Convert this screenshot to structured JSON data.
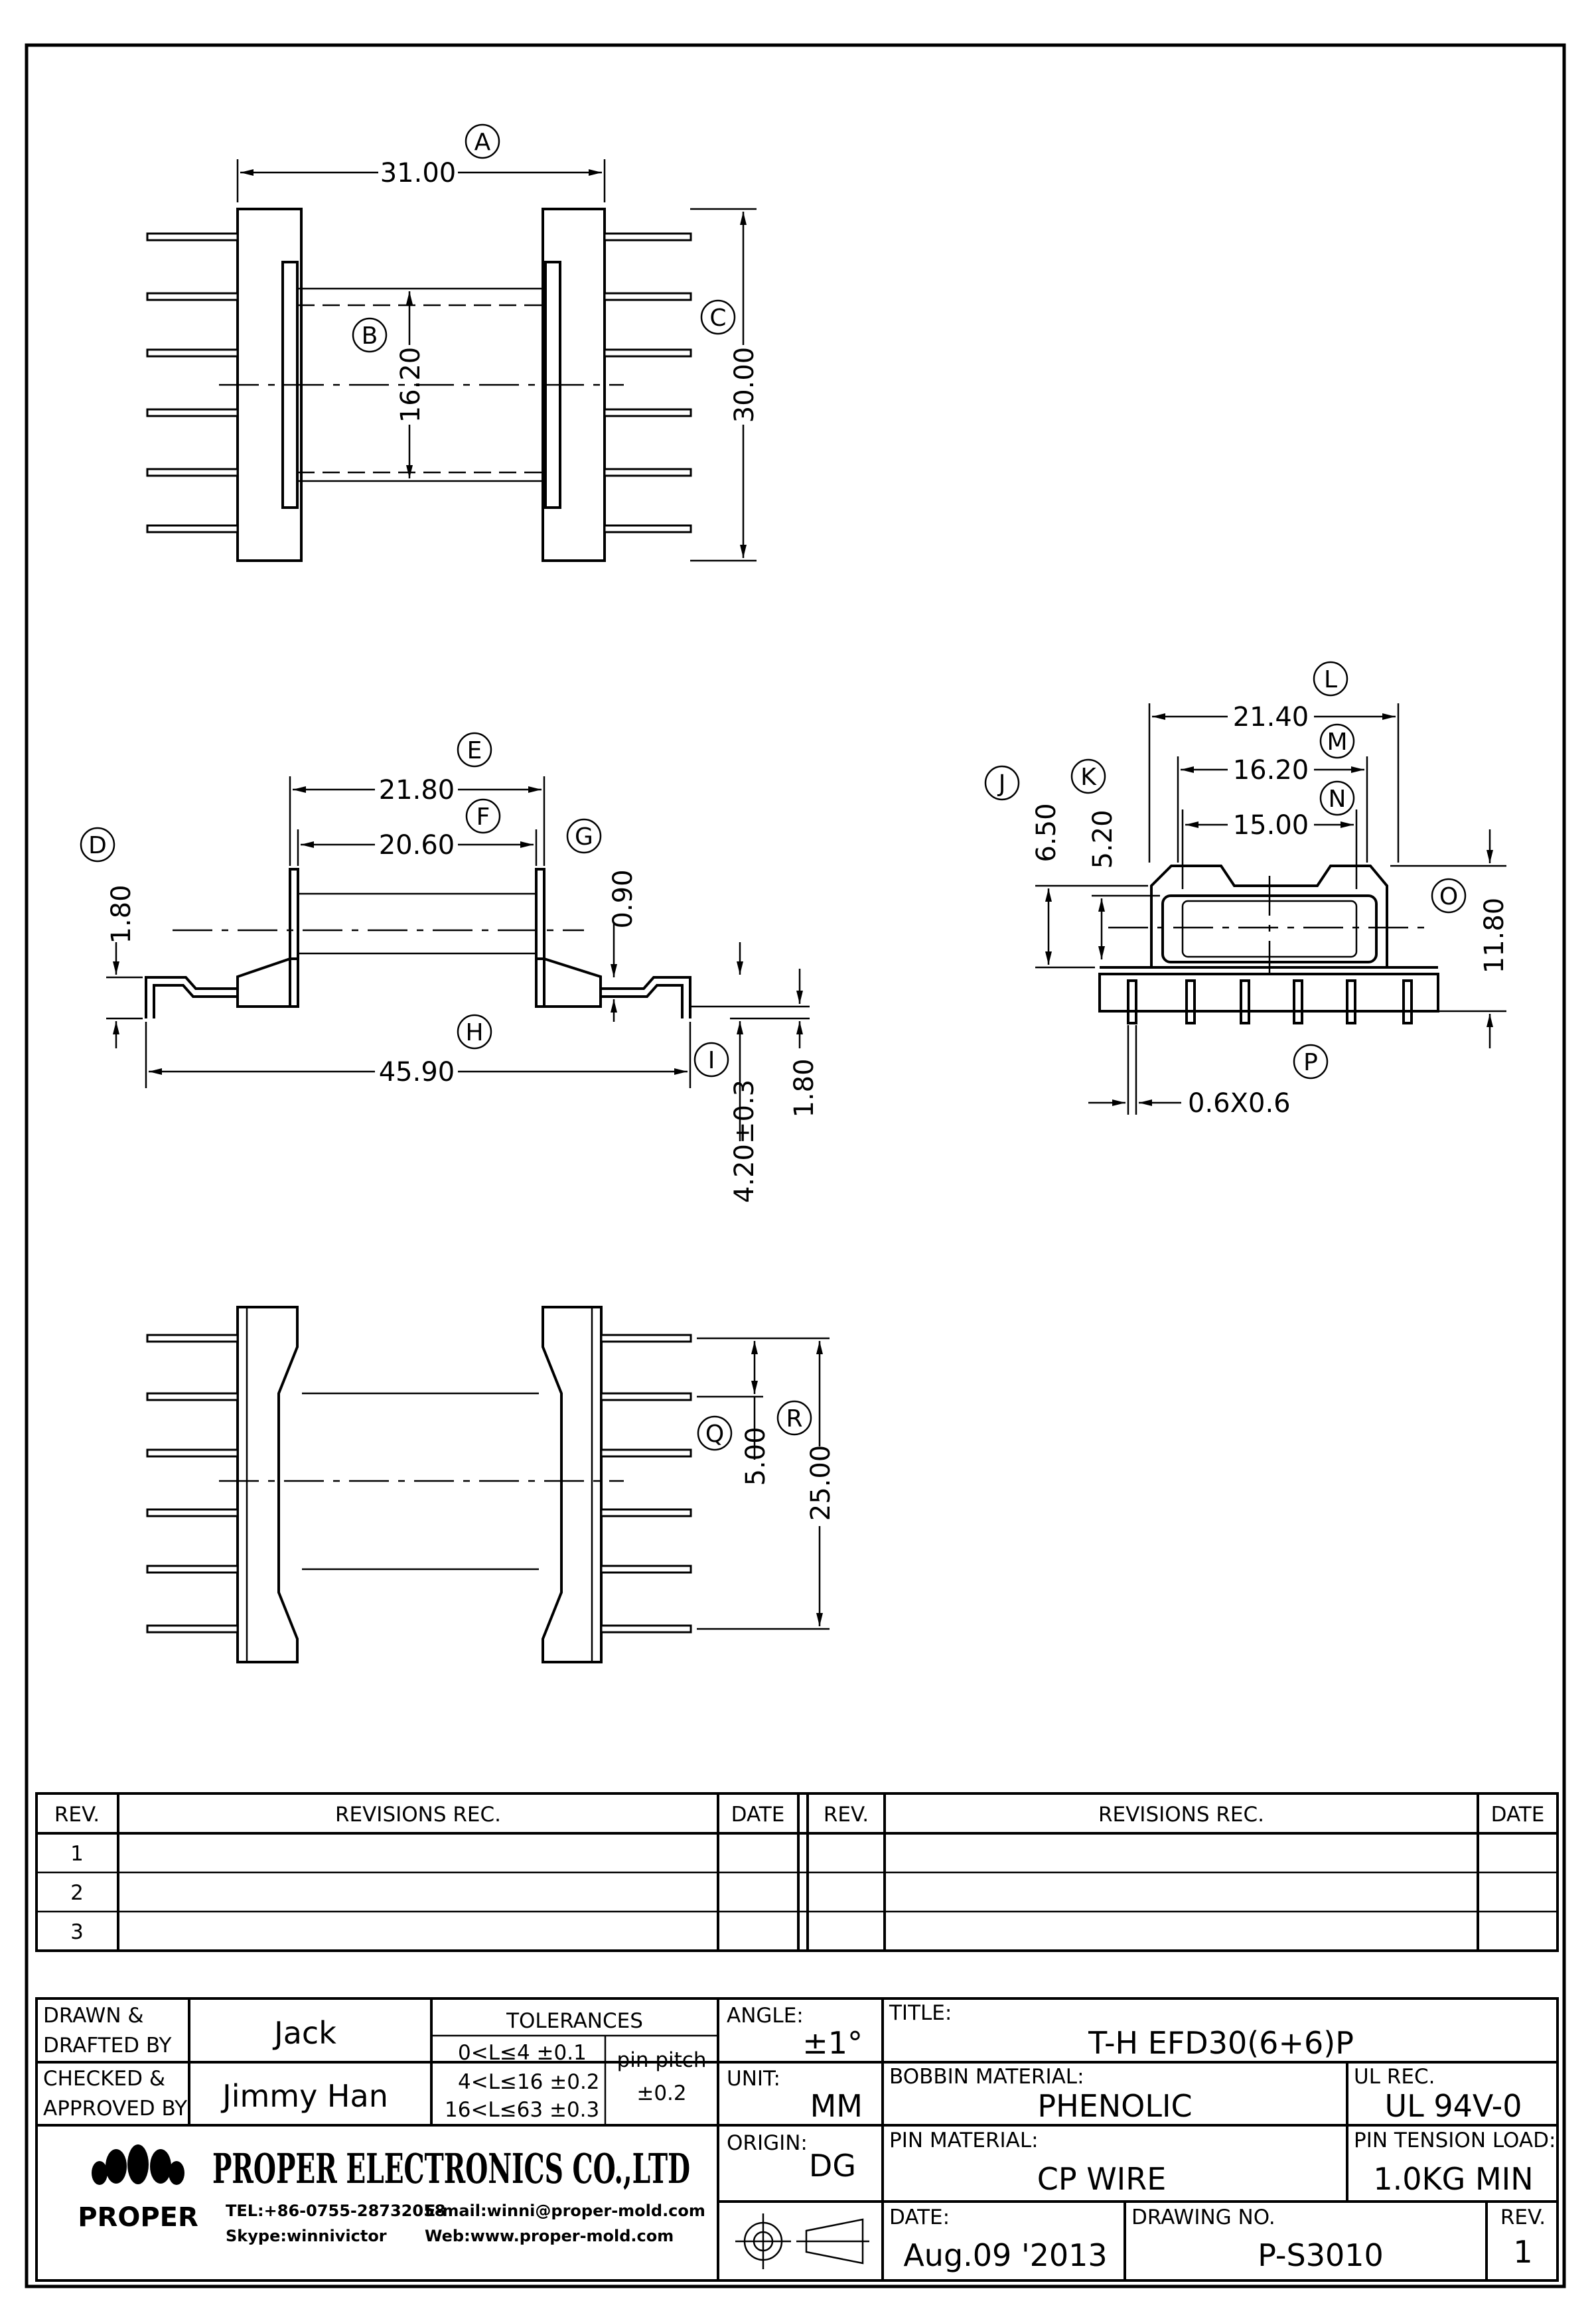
{
  "top_view": {
    "labels": {
      "A": "A",
      "B": "B",
      "C": "C"
    },
    "dims": {
      "A": "31.00",
      "B": "16.20",
      "C": "30.00"
    }
  },
  "side_view": {
    "labels": {
      "D": "D",
      "E": "E",
      "F": "F",
      "G": "G",
      "H": "H",
      "I": "I"
    },
    "dims": {
      "D": "1.80",
      "E": "21.80",
      "F": "20.60",
      "G": "0.90",
      "H": "45.90",
      "I1": "4.20±0.3",
      "I2": "1.80"
    }
  },
  "end_view": {
    "labels": {
      "J": "J",
      "K": "K",
      "L": "L",
      "M": "M",
      "N": "N",
      "O": "O",
      "P": "P"
    },
    "dims": {
      "J": "6.50",
      "K": "5.20",
      "L": "21.40",
      "M": "16.20",
      "N": "15.00",
      "O": "11.80",
      "P": "0.6X0.6"
    }
  },
  "bottom_view": {
    "labels": {
      "Q": "Q",
      "R": "R"
    },
    "dims": {
      "Q": "5.00",
      "R": "25.00"
    }
  },
  "revisions": {
    "headers": {
      "rev": "REV.",
      "rec": "REVISIONS   REC.",
      "date": "DATE"
    },
    "rows": [
      "1",
      "2",
      "3"
    ]
  },
  "title_block": {
    "drawn_label_1": "DRAWN &",
    "drawn_label_2": "DRAFTED BY",
    "drawn_value": "Jack",
    "checked_label_1": "CHECKED &",
    "checked_label_2": "APPROVED BY",
    "checked_value": "Jimmy  Han",
    "tolerances_title": "TOLERANCES",
    "tol_1": "0<L≤4   ±0.1",
    "tol_2": "4<L≤16  ±0.2",
    "tol_3": "16<L≤63  ±0.3",
    "pin_pitch_label": "pin pitch",
    "pin_pitch_value": "±0.2",
    "angle_label": "ANGLE:",
    "angle_value": "±1°",
    "unit_label": "UNIT:",
    "unit_value": "MM",
    "origin_label": "ORIGIN:",
    "origin_value": "DG",
    "title_label": "TITLE:",
    "title_value": "T-H   EFD30(6+6)P",
    "bobbin_label": "BOBBIN MATERIAL:",
    "bobbin_value": "PHENOLIC",
    "ul_label": "UL REC.",
    "ul_value": "UL 94V-0",
    "pin_material_label": "PIN MATERIAL:",
    "pin_material_value": "CP  WIRE",
    "pin_tension_label": "PIN TENSION LOAD:",
    "pin_tension_value": "1.0KG   MIN",
    "date_label": "DATE:",
    "date_value": "Aug.09  '2013",
    "drawing_no_label": "DRAWING NO.",
    "drawing_no_value": "P-S3010",
    "rev_label": "REV.",
    "rev_value": "1",
    "company_name": "PROPER ELECTRONICS CO.,LTD",
    "logo_text": "PROPER",
    "tel": "TEL:+86-0755-28732058",
    "skype": "Skype:winnivictor",
    "email": "E-mail:winni@proper-mold.com",
    "web": "Web:www.proper-mold.com"
  }
}
